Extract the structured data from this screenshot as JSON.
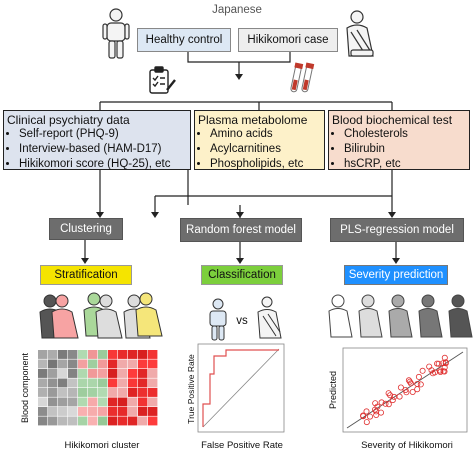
{
  "top": {
    "population_label": "Japanese",
    "healthy_label": "Healthy control",
    "hikikomori_label": "Hikikomori case"
  },
  "panels": [
    {
      "title": "Clinical psychiatry data",
      "items": [
        "Self-report (PHQ-9)",
        "Interview-based (HAM-D17)",
        "Hikikomori score (HQ-25), etc"
      ],
      "color": "#dde3ee"
    },
    {
      "title": "Plasma metabolome",
      "items": [
        "Amino acids",
        "Acylcarnitines",
        "Phospholipids, etc"
      ],
      "color": "#fdf1c9"
    },
    {
      "title": "Blood biochemical test",
      "items": [
        "Cholesterols",
        "Bilirubin",
        "hsCRP, etc"
      ],
      "color": "#f7dccd"
    }
  ],
  "methods": {
    "clustering": "Clustering",
    "random_forest": "Random forest model",
    "pls": "PLS-regression model"
  },
  "outcomes": {
    "stratification": {
      "label": "Stratification",
      "color": "#f5e400"
    },
    "classification": {
      "label": "Classification",
      "color": "#7ccf3c"
    },
    "severity": {
      "label": "Severity prediction",
      "color": "#1e90ff"
    }
  },
  "vs_label": "vs",
  "heatmap": {
    "ylabel": "Blood component",
    "xlabel": "Hikikomori cluster"
  },
  "roc": {
    "ylabel": "True Positive Rate",
    "xlabel": "False Positive Rate"
  },
  "scatter": {
    "ylabel": "Predicted",
    "xlabel": "Severity of Hikikomori"
  }
}
